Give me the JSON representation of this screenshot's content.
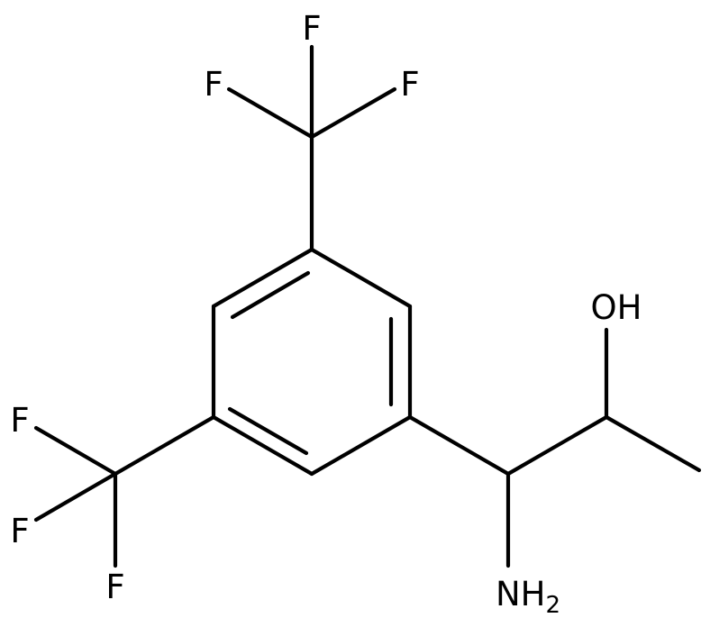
{
  "diagram": {
    "atom_labels": {
      "f_top": "F",
      "f_top_left": "F",
      "f_top_right": "F",
      "f_left_top": "F",
      "f_left_mid": "F",
      "f_left_bottom": "F",
      "hydroxyl": "OH",
      "amine_main": "NH",
      "amine_sub": "2"
    },
    "colors": {
      "bond": "#000000",
      "label": "#000000",
      "background": "#ffffff"
    }
  }
}
